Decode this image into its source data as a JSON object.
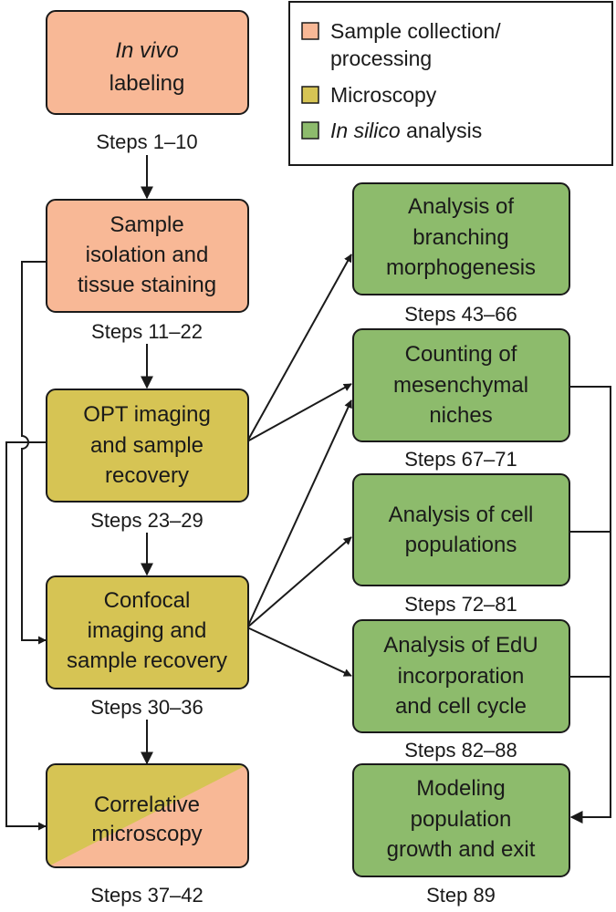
{
  "colors": {
    "sample": "#f8b896",
    "microscopy": "#d6c454",
    "silico": "#8dbb6c",
    "stroke": "#1a1a1a"
  },
  "legend": {
    "items": [
      {
        "label_line1": "Sample collection/",
        "label_line2": "processing",
        "category": "sample"
      },
      {
        "label": "Microscopy",
        "category": "microscopy"
      },
      {
        "label_italic": "In silico",
        "label_rest": " analysis",
        "category": "silico"
      }
    ]
  },
  "boxes": {
    "in_vivo": {
      "line1_italic": "In vivo",
      "line2": "labeling",
      "steps": "Steps 1–10"
    },
    "isolation": {
      "lines": [
        "Sample",
        "isolation and",
        "tissue staining"
      ],
      "steps": "Steps 11–22"
    },
    "opt": {
      "lines": [
        "OPT imaging",
        "and sample",
        "recovery"
      ],
      "steps": "Steps 23–29"
    },
    "confocal": {
      "lines": [
        "Confocal",
        "imaging and",
        "sample recovery"
      ],
      "steps": "Steps 30–36"
    },
    "correlative": {
      "lines": [
        "Correlative",
        "microscopy"
      ],
      "steps": "Steps 37–42"
    },
    "branching": {
      "lines": [
        "Analysis of",
        "branching",
        "morphogenesis"
      ],
      "steps": "Steps 43–66"
    },
    "niches": {
      "lines": [
        "Counting of",
        "mesenchymal",
        "niches"
      ],
      "steps": "Steps 67–71"
    },
    "populations": {
      "lines": [
        "Analysis of cell",
        "populations"
      ],
      "steps": "Steps 72–81"
    },
    "edu": {
      "lines": [
        "Analysis of EdU",
        "incorporation",
        "and cell cycle"
      ],
      "steps": "Steps 82–88"
    },
    "modeling": {
      "lines": [
        "Modeling",
        "population",
        "growth and exit"
      ],
      "steps": "Step 89"
    }
  }
}
